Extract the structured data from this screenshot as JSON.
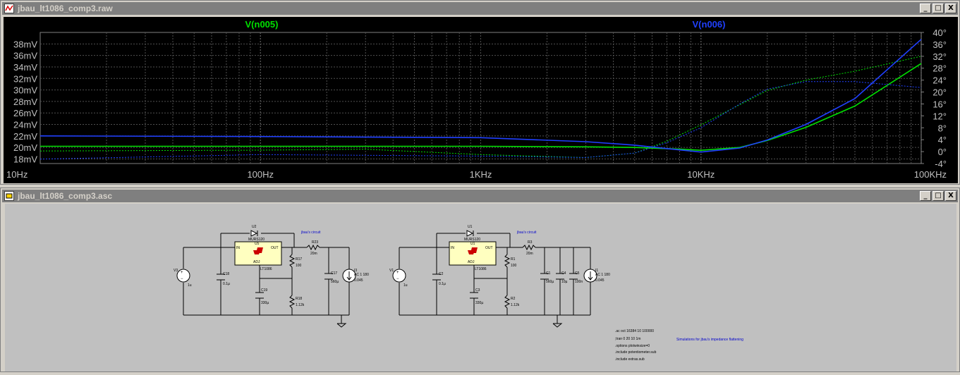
{
  "plot_window": {
    "title": "jbau_lt1086_comp3.raw",
    "controls": {
      "minimize": "_",
      "maximize": "□",
      "close": "X"
    },
    "trace_labels": [
      {
        "text": "V(n005)",
        "color": "#00e000"
      },
      {
        "text": "V(n006)",
        "color": "#2040ff"
      }
    ],
    "y_left_ticks": [
      "38mV",
      "36mV",
      "34mV",
      "32mV",
      "30mV",
      "28mV",
      "26mV",
      "24mV",
      "22mV",
      "20mV",
      "18mV"
    ],
    "y_right_ticks": [
      "40°",
      "36°",
      "32°",
      "28°",
      "24°",
      "20°",
      "16°",
      "12°",
      "8°",
      "4°",
      "0°",
      "-4°"
    ],
    "x_ticks": [
      "10Hz",
      "100Hz",
      "1KHz",
      "10KHz",
      "100KHz"
    ]
  },
  "chart_data": {
    "type": "line",
    "xscale": "log",
    "xlim": [
      10,
      100000
    ],
    "ylim_left": [
      17.2,
      40
    ],
    "ylim_right": [
      -4,
      40
    ],
    "ylabel_left_unit": "mV",
    "ylabel_right_unit": "°",
    "grid": true,
    "series": [
      {
        "name": "V(n005)",
        "axis": "left",
        "style": "solid",
        "color": "#00e000",
        "x": [
          10,
          100,
          1000,
          3000,
          5000,
          8000,
          10000,
          15000,
          20000,
          30000,
          50000,
          100000
        ],
        "y": [
          20.2,
          20.2,
          20.2,
          20.1,
          20.0,
          19.7,
          19.5,
          20.0,
          21.2,
          23.5,
          27.2,
          34.6
        ]
      },
      {
        "name": "V(n005)",
        "axis": "right",
        "style": "dashed",
        "color": "#00e000",
        "x": [
          10,
          100,
          300,
          1000,
          3000,
          5000,
          7000,
          10000,
          20000,
          30000,
          50000,
          100000
        ],
        "y": [
          0.2,
          0.5,
          0.8,
          -1.0,
          -2.0,
          -0.5,
          3.5,
          9.0,
          20.5,
          24.0,
          27.0,
          32.0
        ]
      },
      {
        "name": "V(n006)",
        "axis": "left",
        "style": "solid",
        "color": "#2040ff",
        "x": [
          10,
          100,
          1000,
          3000,
          5000,
          7000,
          10000,
          15000,
          20000,
          30000,
          50000,
          100000
        ],
        "y": [
          22.0,
          21.9,
          21.7,
          21.0,
          20.4,
          19.8,
          19.2,
          19.9,
          21.3,
          24.0,
          28.5,
          38.8
        ]
      },
      {
        "name": "V(n006)",
        "axis": "right",
        "style": "dashed",
        "color": "#2040ff",
        "x": [
          10,
          100,
          1000,
          3000,
          5000,
          7000,
          10000,
          15000,
          20000,
          30000,
          50000,
          100000
        ],
        "y": [
          -2.5,
          -1.0,
          -1.5,
          -2.0,
          -0.5,
          3.0,
          8.0,
          16.0,
          21.0,
          23.5,
          23.5,
          21.5
        ]
      }
    ]
  },
  "schematic_window": {
    "title": "jbau_lt1086_comp3.asc",
    "controls": {
      "minimize": "_",
      "maximize": "□",
      "close": "X"
    },
    "circuit_a": {
      "diode_ref": "U2",
      "diode_model": "MURS120",
      "reg_ref": "U5",
      "reg_part": "LT1086",
      "pin_in": "IN",
      "pin_out": "OUT",
      "pin_adj": "ADJ",
      "title": "jbau's circuit",
      "src_ref": "V3",
      "src_val": "1u",
      "c_in_ref": "C18",
      "c_in_val": "0.1µ",
      "c_adj_ref": "C19",
      "c_adj_val": "330µ",
      "r_top_ref": "R17",
      "r_top_val": "100",
      "r_bot_ref": "R18",
      "r_bot_val": "1.12k",
      "l_ref": "R23",
      "l_val": "20m",
      "c_out_ref": "C17",
      "c_out_val": "560µ",
      "load_ref": "I3",
      "load_val1": "AC 1 180",
      "load_val2": "0.045"
    },
    "circuit_b": {
      "diode_ref": "U1",
      "diode_model": "MURS120",
      "reg_ref": "U1",
      "reg_part": "LT1086",
      "pin_in": "IN",
      "pin_out": "OUT",
      "pin_adj": "ADJ",
      "title": "jbau's circuit",
      "src_ref": "V1",
      "src_val": "1u",
      "c_in_ref": "C2",
      "c_in_val": "0.1µ",
      "c_adj_ref": "C3",
      "c_adj_val": "330µ",
      "r_top_ref": "R1",
      "r_top_val": "100",
      "r_bot_ref": "R2",
      "r_bot_val": "1.12k",
      "l_ref": "R3",
      "l_val": "20m",
      "c1_ref": "C1",
      "c1_val": "560µ",
      "c4_ref": "C4",
      "c4_val": "10µ",
      "c5_ref": "C5",
      "c5_val": "100n",
      "load_ref": "I1",
      "load_val1": "AC 1 180",
      "load_val2": "0.045"
    },
    "directives": [
      ".ac oct 16384 10 100000",
      ";tran 0 20 10 1m",
      ".options plotwinsize=0",
      ".include potentiometer.sub",
      ".include extras.sub"
    ],
    "comment": "Simulations for jbau's impedance flattening"
  }
}
